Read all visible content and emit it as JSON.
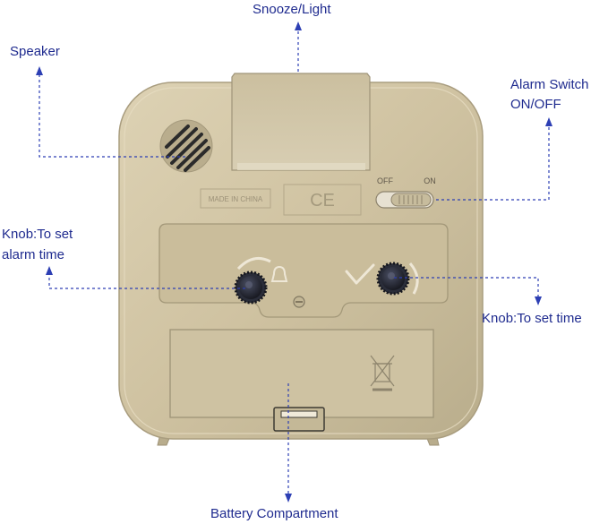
{
  "labels": {
    "snooze_light": "Snooze/Light",
    "speaker": "Speaker",
    "alarm_switch_line1": "Alarm Switch",
    "alarm_switch_line2": "ON/OFF",
    "knob_alarm_line1": "Knob:To set",
    "knob_alarm_line2": "alarm time",
    "knob_time": "Knob:To set time",
    "battery_compartment": "Battery Compartment"
  },
  "device_markings": {
    "made_in": "MADE IN CHINA",
    "ce_mark": "CE",
    "switch_off": "OFF",
    "switch_on": "ON"
  },
  "colors": {
    "body": "#cfc2a1",
    "body_edge": "#a99d7f",
    "label_text": "#1f2b8f",
    "leader_line": "#2d3fb4",
    "knob": "#1d1f29"
  }
}
